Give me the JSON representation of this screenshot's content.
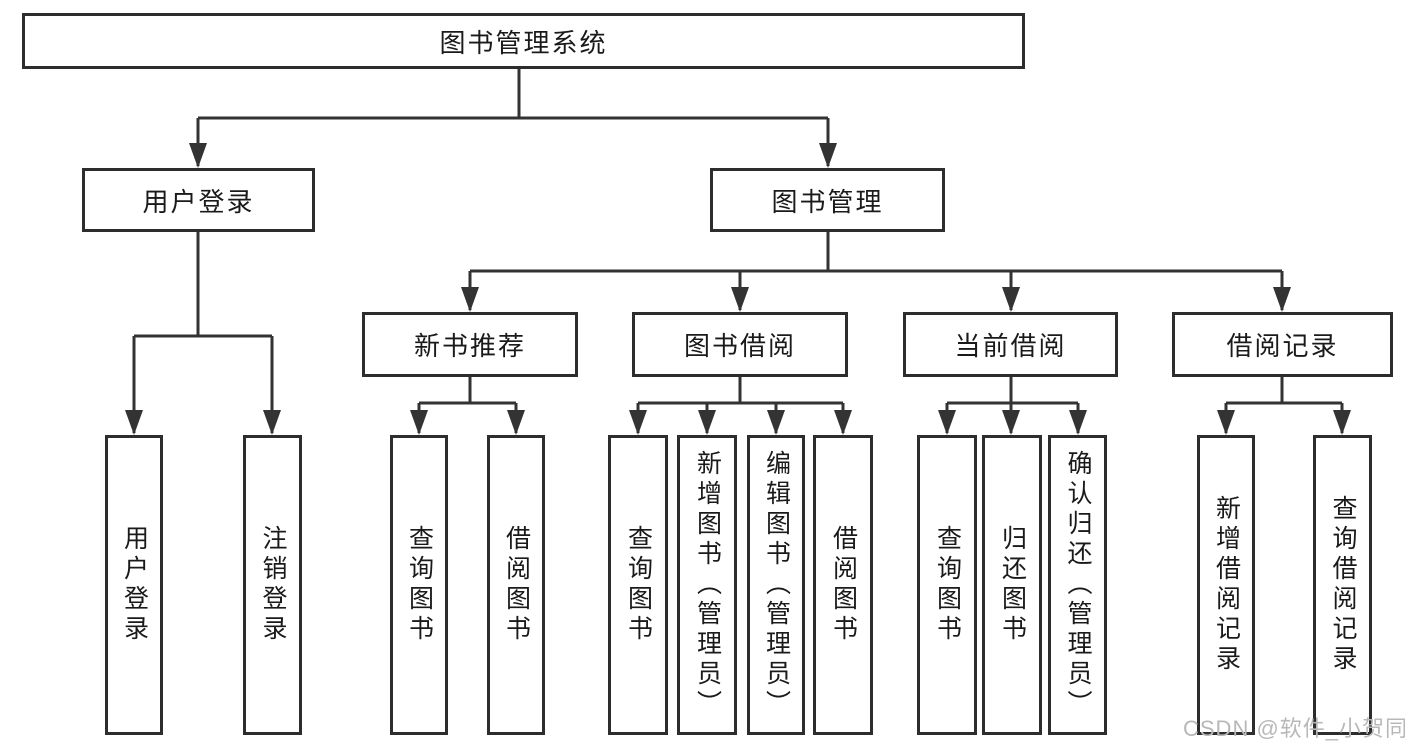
{
  "tree": {
    "label": "图书管理系统",
    "children": [
      {
        "label": "用户登录",
        "children": [
          {
            "label": "用户登录"
          },
          {
            "label": "注销登录"
          }
        ]
      },
      {
        "label": "图书管理",
        "children": [
          {
            "label": "新书推荐",
            "children": [
              {
                "label": "查询图书"
              },
              {
                "label": "借阅图书"
              }
            ]
          },
          {
            "label": "图书借阅",
            "children": [
              {
                "label": "查询图书"
              },
              {
                "label": "新增图书（管理员）"
              },
              {
                "label": "编辑图书（管理员）"
              },
              {
                "label": "借阅图书"
              }
            ]
          },
          {
            "label": "当前借阅",
            "children": [
              {
                "label": "查询图书"
              },
              {
                "label": "归还图书"
              },
              {
                "label": "确认归还（管理员）"
              }
            ]
          },
          {
            "label": "借阅记录",
            "children": [
              {
                "label": "新增借阅记录"
              },
              {
                "label": "查询借阅记录"
              }
            ]
          }
        ]
      }
    ]
  },
  "watermark": "CSDN @软件_小贺同学",
  "colors": {
    "line": "#333333",
    "border": "#2d2d2d",
    "text": "#1a1a1a",
    "watermark_text": "#b8b8b8",
    "background": "#ffffff"
  }
}
